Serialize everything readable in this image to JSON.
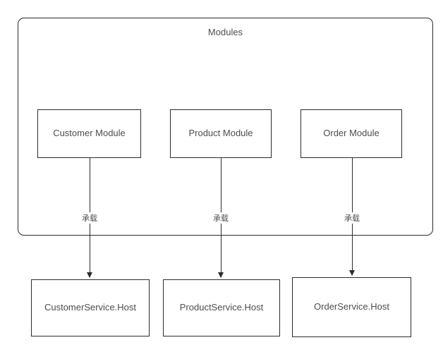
{
  "diagram": {
    "group": {
      "title": "Modules"
    },
    "modules": [
      {
        "label": "Customer Module"
      },
      {
        "label": "Product Module"
      },
      {
        "label": "Order Module"
      }
    ],
    "hosts": [
      {
        "label": "CustomerService.Host"
      },
      {
        "label": "ProductService.Host"
      },
      {
        "label": "OrderService.Host"
      }
    ],
    "edges": [
      {
        "label": "承载",
        "from": "Customer Module",
        "to": "CustomerService.Host"
      },
      {
        "label": "承载",
        "from": "Product Module",
        "to": "ProductService.Host"
      },
      {
        "label": "承载",
        "from": "Order Module",
        "to": "OrderService.Host"
      }
    ],
    "colors": {
      "background": "#ffffff",
      "border": "#2b2b2b",
      "text": "#4d4d4d"
    }
  }
}
